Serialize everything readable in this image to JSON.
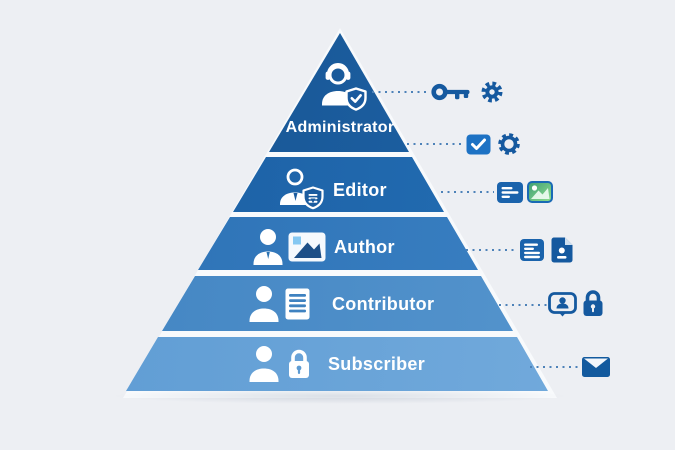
{
  "diagram": {
    "type": "pyramid",
    "background_color": "#edeff3",
    "levels": [
      {
        "label": "Administrator",
        "color_start": "#17508c",
        "color_end": "#1e66ab",
        "icons": [
          "support-agent-icon",
          "shield-check-icon"
        ]
      },
      {
        "label": "Editor",
        "color_start": "#1b5ca0",
        "color_end": "#2471b7",
        "icons": [
          "person-icon",
          "shield-document-icon"
        ]
      },
      {
        "label": "Author",
        "color_start": "#2a6fb3",
        "color_end": "#3d83c5",
        "icons": [
          "person-icon",
          "photo-icon"
        ]
      },
      {
        "label": "Contributor",
        "color_start": "#4083c1",
        "color_end": "#5897cf",
        "icons": [
          "person-icon",
          "document-lines-icon"
        ]
      },
      {
        "label": "Subscriber",
        "color_start": "#5d9bd3",
        "color_end": "#75acdd",
        "icons": [
          "person-icon",
          "lock-icon"
        ]
      }
    ],
    "connector_rows": [
      {
        "icons": [
          "key-icon",
          "gear-filled-icon"
        ]
      },
      {
        "icons": [
          "checkbox-checked-icon",
          "gear-outline-icon"
        ]
      },
      {
        "icons": [
          "text-card-icon",
          "photo-green-icon"
        ]
      },
      {
        "icons": [
          "text-card-icon",
          "contact-file-icon"
        ]
      },
      {
        "icons": [
          "person-card-icon",
          "padlock-icon"
        ]
      },
      {
        "icons": [
          "envelope-icon"
        ]
      }
    ],
    "accent_colors": {
      "icon_blue": "#15599f",
      "checkbox_blue": "#1d72c4",
      "photo_green_start": "#3f9e74",
      "photo_green_end": "#90e08f",
      "dot_line": "#4d82b8",
      "text": "#ffffff"
    }
  }
}
